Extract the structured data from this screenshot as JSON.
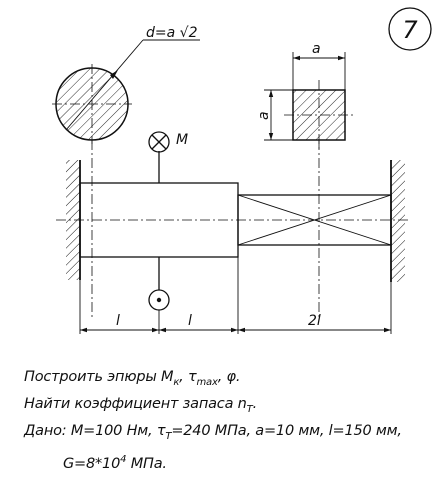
{
  "problem_number": "7",
  "labels": {
    "diameter_formula": "d=a √2",
    "moment": "M",
    "side_top": "a",
    "side_left": "a",
    "len_1": "l",
    "len_2": "l",
    "len_3": "2l"
  },
  "task": {
    "line1_prefix": "Построить эпюры M",
    "line1_k": "к",
    "line1_mid": ", τ",
    "line1_max": "max",
    "line1_end": ", φ.",
    "line2_prefix": "Найти коэффициент запаса n",
    "line2_T": "T",
    "line2_end": ".",
    "line3_prefix": "Дано: M=100 Нм, τ",
    "line3_T": "T",
    "line3_end": "=240 МПа, a=10 мм, l=150 мм,",
    "line4_prefix": "G=8*10",
    "line4_exp": "4",
    "line4_end": " МПа."
  }
}
